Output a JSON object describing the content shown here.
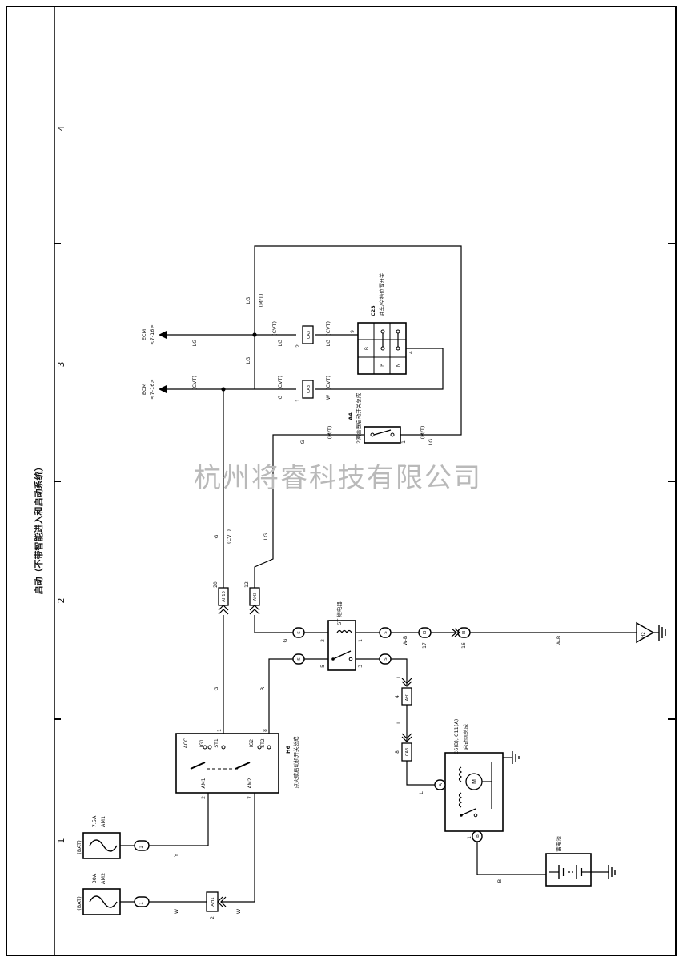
{
  "title": "启动（不带智能进入和启动系统）",
  "watermark": "杭州将睿科技有限公司",
  "columns": [
    "1",
    "2",
    "3",
    "4"
  ],
  "components": {
    "fuse_am2": {
      "source": "(BAT)",
      "amp": "30A",
      "name": "AM2"
    },
    "fuse_am1": {
      "source": "(BAT)",
      "amp": "7.5A",
      "name": "AM1"
    },
    "ignition": {
      "code": "H6",
      "name": "点火或启动机开关总成",
      "pins": [
        "ACC",
        "IG1",
        "ST1",
        "IG2",
        "ST2",
        "AM1",
        "AM2"
      ],
      "pin_nums": [
        "1",
        "8",
        "2",
        "7"
      ]
    },
    "relay": {
      "name": "ST 继电器",
      "pins": [
        "2",
        "1",
        "5",
        "3"
      ]
    },
    "clutch": {
      "code": "A4",
      "name": "离合器启动开关总成",
      "pins": [
        "2",
        "1"
      ]
    },
    "park": {
      "code": "C23",
      "name": "驻车/空挡位置开关",
      "cells": [
        "L",
        "B",
        "P",
        "N"
      ],
      "pins": [
        "9",
        "4"
      ]
    },
    "starter": {
      "code": "C6(B), C11(A)",
      "name": "启动机总成",
      "motor": "M"
    },
    "battery": {
      "name": "蓄电池"
    },
    "ground": {
      "code": "H2"
    },
    "ecm1": {
      "name": "ECM",
      "ref": "<7-16>"
    },
    "ecm2": {
      "name": "ECM",
      "ref": "<7-16>"
    }
  },
  "connectors": {
    "am2_1": "1",
    "am1_1": "1",
    "ah1_lower": "AH1",
    "ah1_lower_pin": "2",
    "ah1_mid": "AH1",
    "ah1_mid_pin": "4",
    "ah10": "AH10",
    "ah10_pin": "20",
    "ah3": "AH3",
    "ah3_pin": "12",
    "ca3_lower": "CA3",
    "ca3_lower_pin": "8",
    "ca3_a": "CA3",
    "ca3_a_pin": "2",
    "ca3_b": "CA3",
    "ca3_b_pin": "1",
    "j_a": "A",
    "j_b": "B",
    "j_s": "S",
    "j_ib": "IB",
    "ib_17": "17",
    "ib_16": "16",
    "a_pin": "2",
    "b_pin": "1"
  },
  "wires": {
    "w": "W",
    "y": "Y",
    "g": "G",
    "r": "R",
    "l": "L",
    "lg": "LG",
    "b": "B",
    "wb": "W-B"
  },
  "notes": {
    "cvt": "(CVT)",
    "mt": "(M/T)"
  }
}
